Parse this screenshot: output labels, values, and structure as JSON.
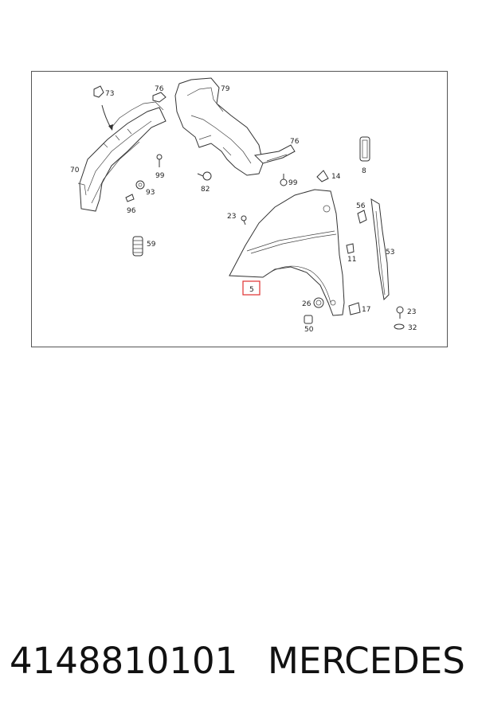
{
  "diagram": {
    "labels": {
      "p73": "73",
      "p76a": "76",
      "p79": "79",
      "p70": "70",
      "p99a": "99",
      "p93": "93",
      "p82": "82",
      "p96": "96",
      "p76b": "76",
      "p99b": "99",
      "p14": "14",
      "p8": "8",
      "p59": "59",
      "p23a": "23",
      "p56": "56",
      "p11": "11",
      "p53": "53",
      "p5": "5",
      "p26": "26",
      "p17": "17",
      "p23b": "23",
      "p50": "50",
      "p32": "32"
    },
    "highlight_color": "#e03030"
  },
  "footer": {
    "part_number": "4148810101",
    "brand": "MERCEDES"
  }
}
